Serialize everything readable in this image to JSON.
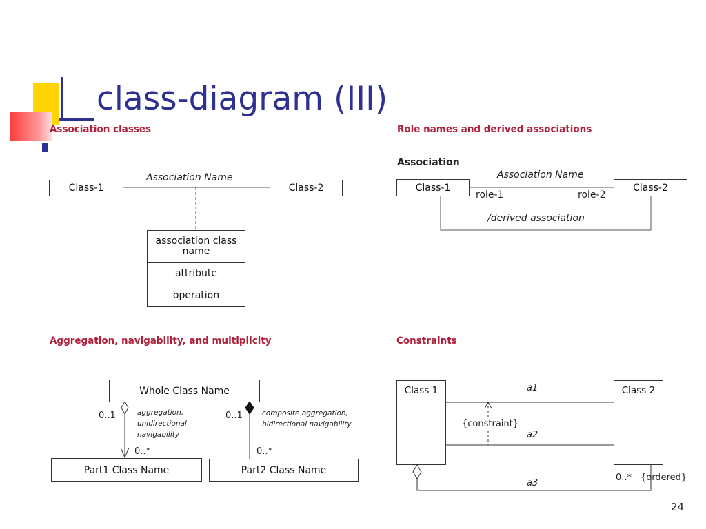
{
  "title": "class-diagram (III)",
  "page_number": "24",
  "sections": {
    "association_classes": {
      "heading": "Association classes",
      "class1": "Class-1",
      "class2": "Class-2",
      "association_name": "Association Name",
      "assoc_class": {
        "name": "association class name",
        "attribute": "attribute",
        "operation": "operation"
      }
    },
    "role_names": {
      "heading": "Role names and derived associations",
      "subheading": "Association",
      "association_name": "Association Name",
      "class1": "Class-1",
      "class2": "Class-2",
      "role1": "role-1",
      "role2": "role-2",
      "derived": "/derived association"
    },
    "aggregation": {
      "heading": "Aggregation, navigability, and multiplicity",
      "whole": "Whole Class Name",
      "part1": "Part1 Class Name",
      "part2": "Part2 Class Name",
      "mult_left_top": "0..1",
      "mult_left_bottom": "0..*",
      "mult_right_top": "0..1",
      "mult_right_bottom": "0..*",
      "note_left_1": "aggregation,",
      "note_left_2": "unidirectional",
      "note_left_3": "navigability",
      "note_right_1": "composite aggregation,",
      "note_right_2": "bidirectional navigability"
    },
    "constraints": {
      "heading": "Constraints",
      "class1": "Class 1",
      "class2": "Class 2",
      "a1": "a1",
      "a2": "a2",
      "a3": "a3",
      "constraint": "{constraint}",
      "mult": "0..*",
      "ordered": "{ordered}"
    }
  },
  "colors": {
    "title": "#2e3192",
    "heading": "#b0203a",
    "deco_yellow": "#ffd700",
    "deco_red": "#ff4b4b",
    "deco_blue": "#2e3192"
  }
}
